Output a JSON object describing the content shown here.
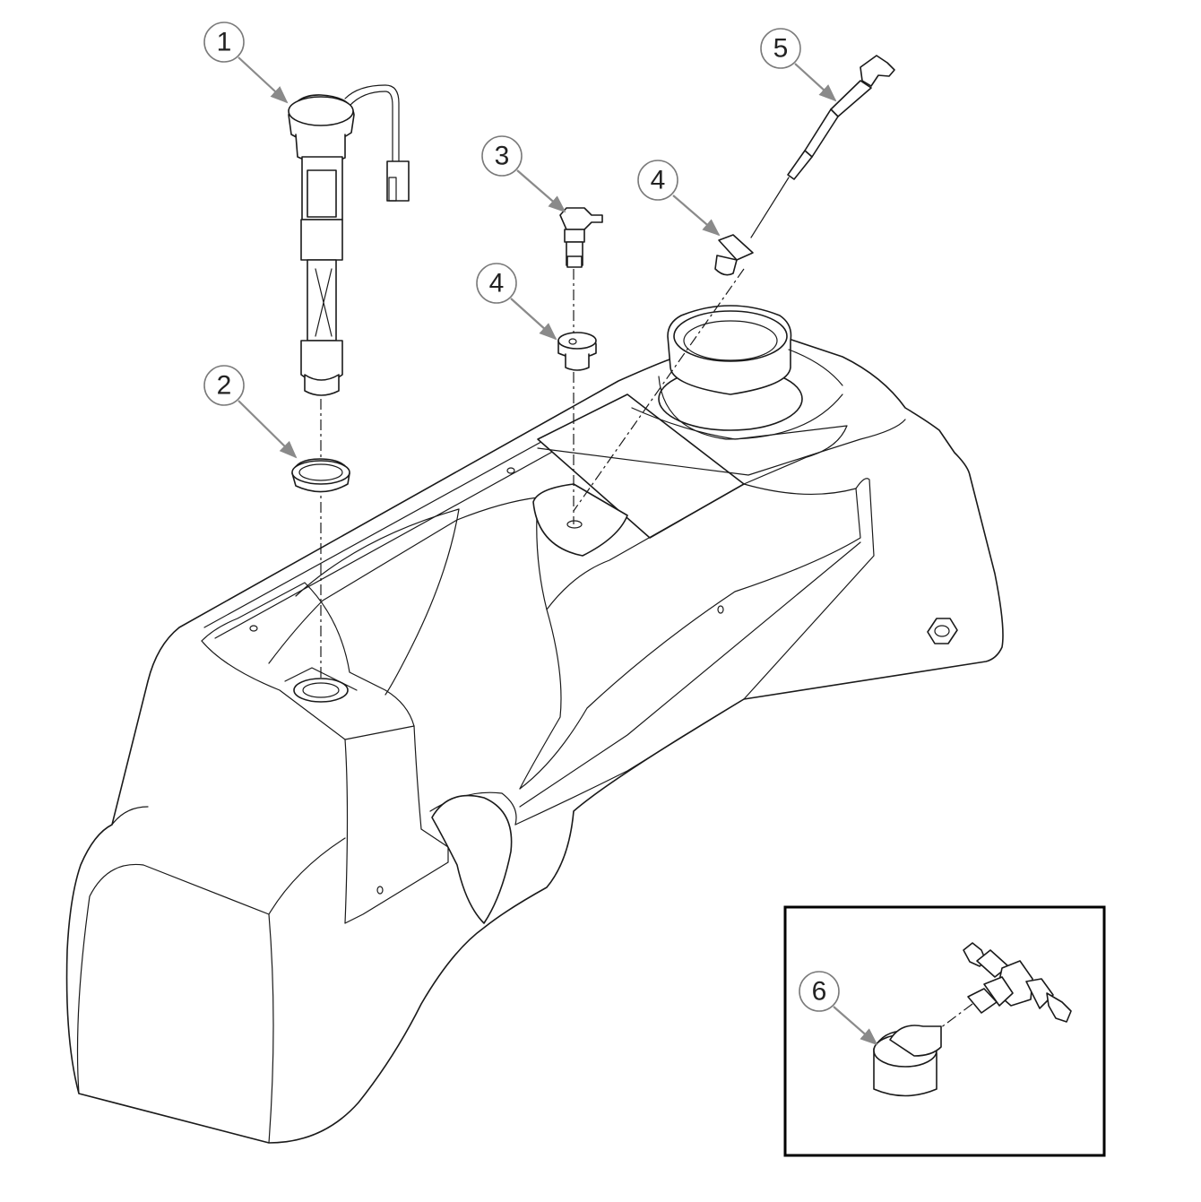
{
  "callouts": [
    {
      "id": "c1",
      "label": "1"
    },
    {
      "id": "c2",
      "label": "2"
    },
    {
      "id": "c3",
      "label": "3"
    },
    {
      "id": "c4a",
      "label": "4"
    },
    {
      "id": "c4b",
      "label": "4"
    },
    {
      "id": "c5",
      "label": "5"
    },
    {
      "id": "c6",
      "label": "6"
    }
  ],
  "colors": {
    "line": "#1a1a1a",
    "callout_stroke": "#7a7a7a",
    "leader": "#8a8a8a",
    "background": "#ffffff"
  }
}
